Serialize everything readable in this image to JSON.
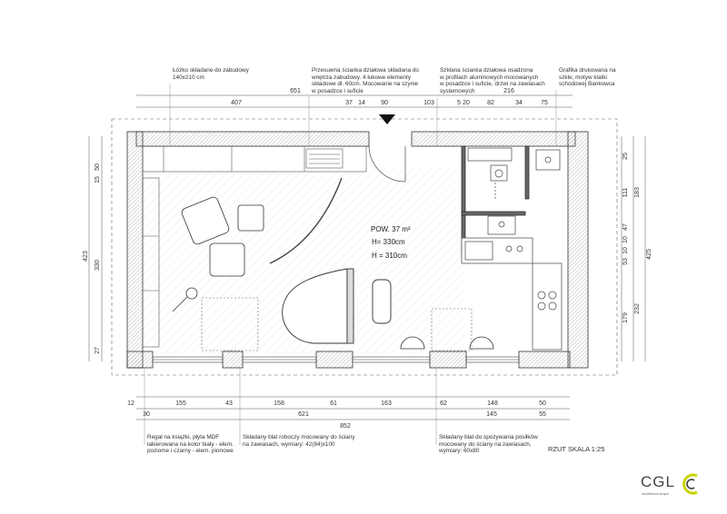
{
  "notes_top": [
    "Łóżko składane do zabudowy\n140x210 cm",
    "Przesuwna ścianka działowa składana do\nwnętrza zabudowy. 4 łukowe elementy\nskładowe dł. 60cm. Mocowanie na szynie\nw posadzce i suficie",
    "Szklana ścianka działowa osadzona\nw profilach aluminowych mocowanych\nw posadzce i suficie, drzwi na zawiasach\nsystemowych",
    "Grafika drukowana na\nszkle; motyw klatki\nschodowej Bankowca"
  ],
  "notes_bottom": [
    "Regał na książki, płyta MDF\nlakierowana na kolor biały - elem.\npoziome i czarny - elem. pionowe",
    "Składany blat roboczy mocowany do ściany\nna zawiasach, wymiary: 42(84)x100",
    "Składany blat do spożywania posiłków\nmocowany do ściany na zawiasach,\nwymiary: 60x80"
  ],
  "dims_top_total": [
    "651",
    "216"
  ],
  "dims_top": [
    "407",
    "37",
    "14",
    "90",
    "103",
    "5",
    "20",
    "82",
    "34",
    "75"
  ],
  "dims_bottom_row1": [
    "12",
    "155",
    "43",
    "158",
    "61",
    "163",
    "62",
    "148",
    "50"
  ],
  "dims_bottom_row2": [
    "30",
    "621",
    "145",
    "55"
  ],
  "dims_bottom_total": "852",
  "dims_left_outer": "423",
  "dims_left_inner": [
    "50",
    "15",
    "330",
    "27"
  ],
  "dims_right_outer": "425",
  "dims_right_mid": [
    "183",
    "232"
  ],
  "dims_right_inner": [
    "25",
    "111",
    "47",
    "10",
    "10",
    "53",
    "179"
  ],
  "room": {
    "area": "POW. 37 m²",
    "height_1": "H= 330cm",
    "height_2": "H = 310cm"
  },
  "scale_label": "RZUT  SKALA 1:25",
  "logo": {
    "name": "CGL",
    "tagline": "architektura wnętrz"
  }
}
